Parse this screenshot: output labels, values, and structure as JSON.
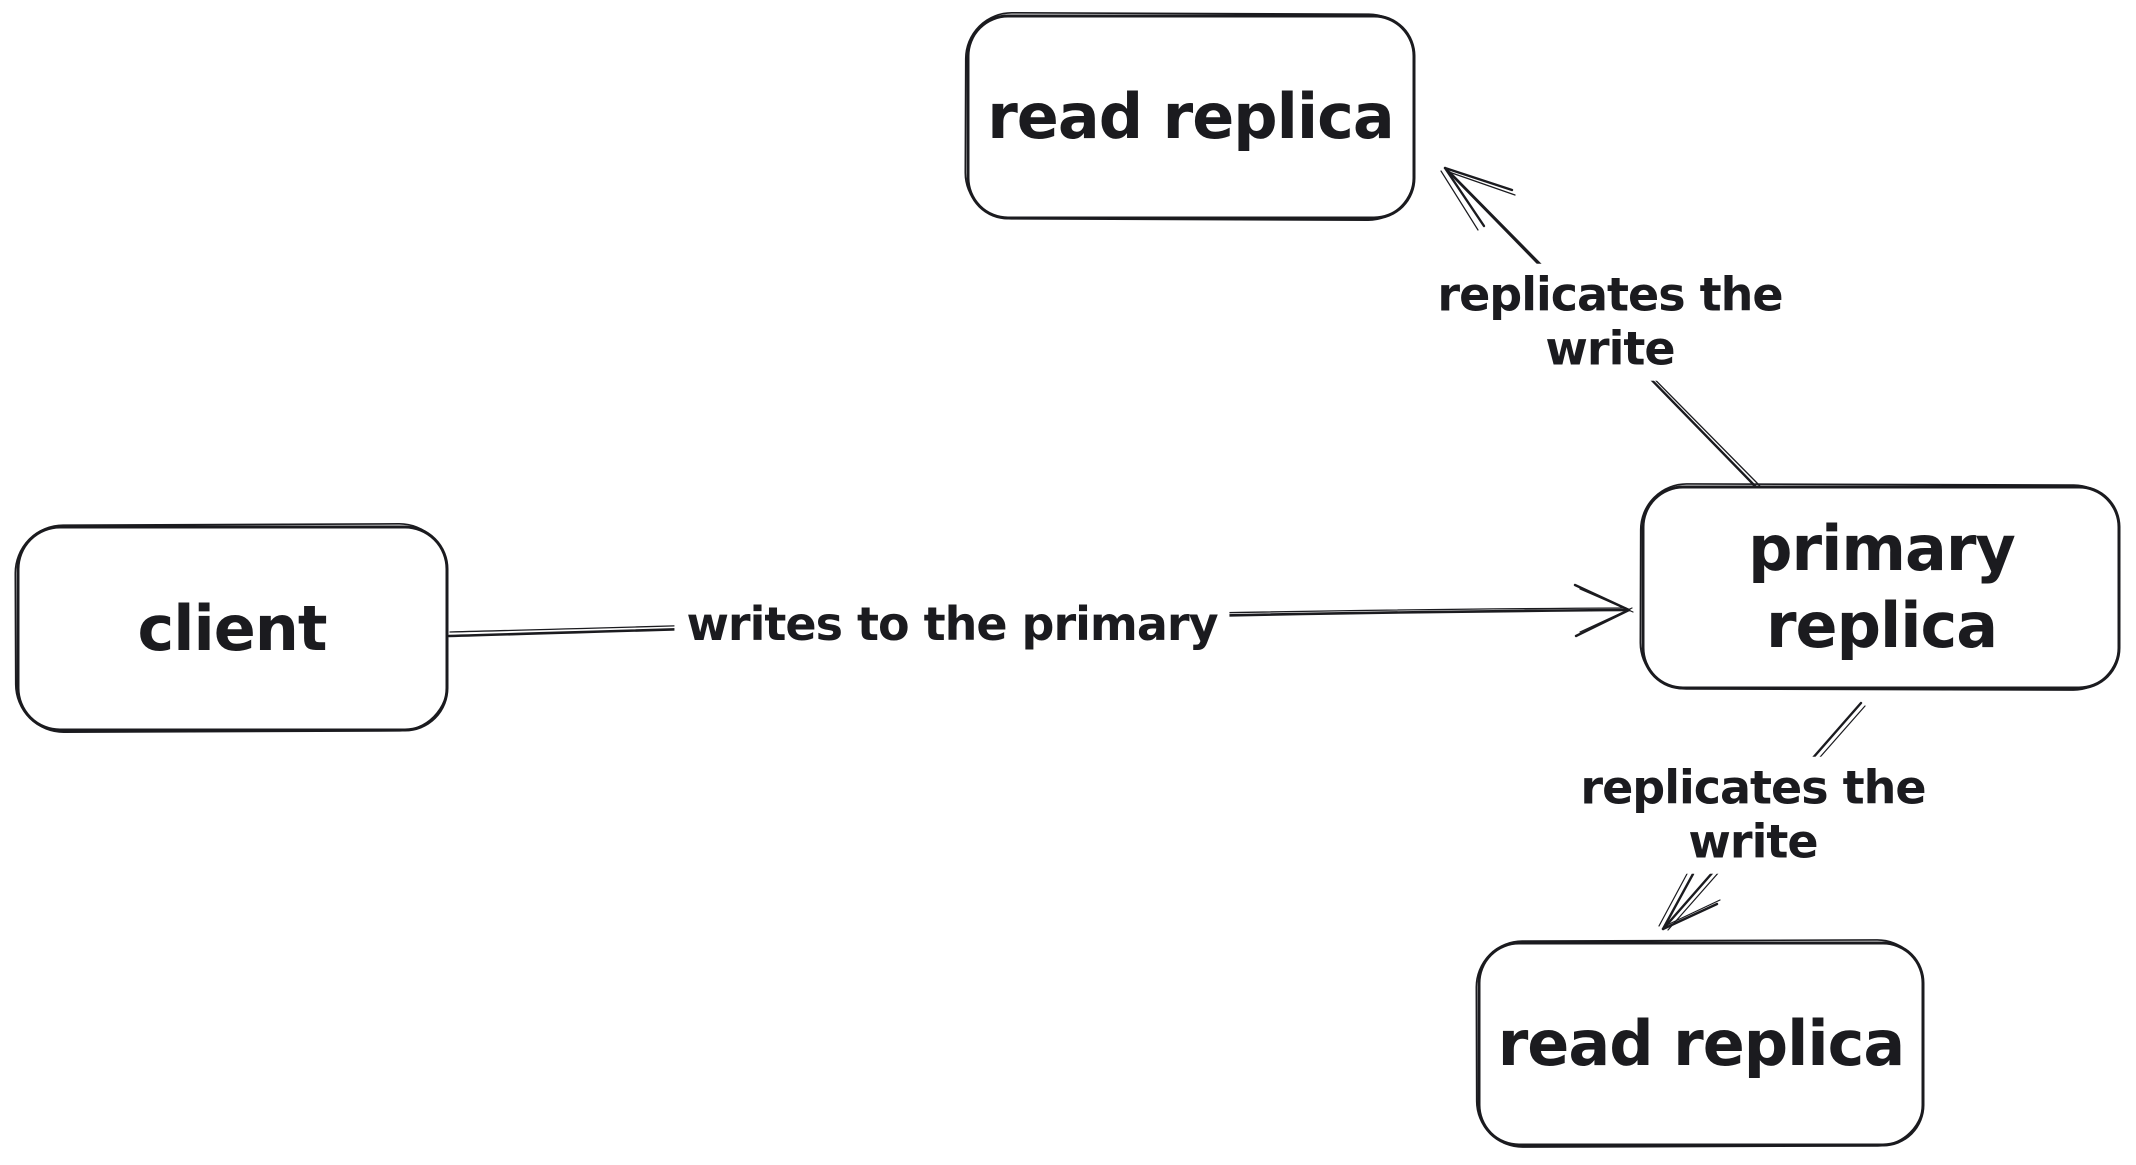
{
  "canvas": {
    "background": "#ffffff",
    "stroke_color": "#1b1b1f"
  },
  "nodes": {
    "read_replica_top": {
      "label": "read replica"
    },
    "client": {
      "label": "client"
    },
    "primary_replica": {
      "label": "primary\nreplica"
    },
    "read_replica_bottom": {
      "label": "read replica"
    }
  },
  "edges": {
    "client_to_primary": {
      "from": "client",
      "to": "primary replica",
      "label": "writes to the primary"
    },
    "primary_to_read_top": {
      "from": "primary replica",
      "to": "read replica (top)",
      "label": "replicates the\nwrite"
    },
    "primary_to_read_bottom": {
      "from": "primary replica",
      "to": "read replica (bottom)",
      "label": "replicates the\nwrite"
    }
  }
}
